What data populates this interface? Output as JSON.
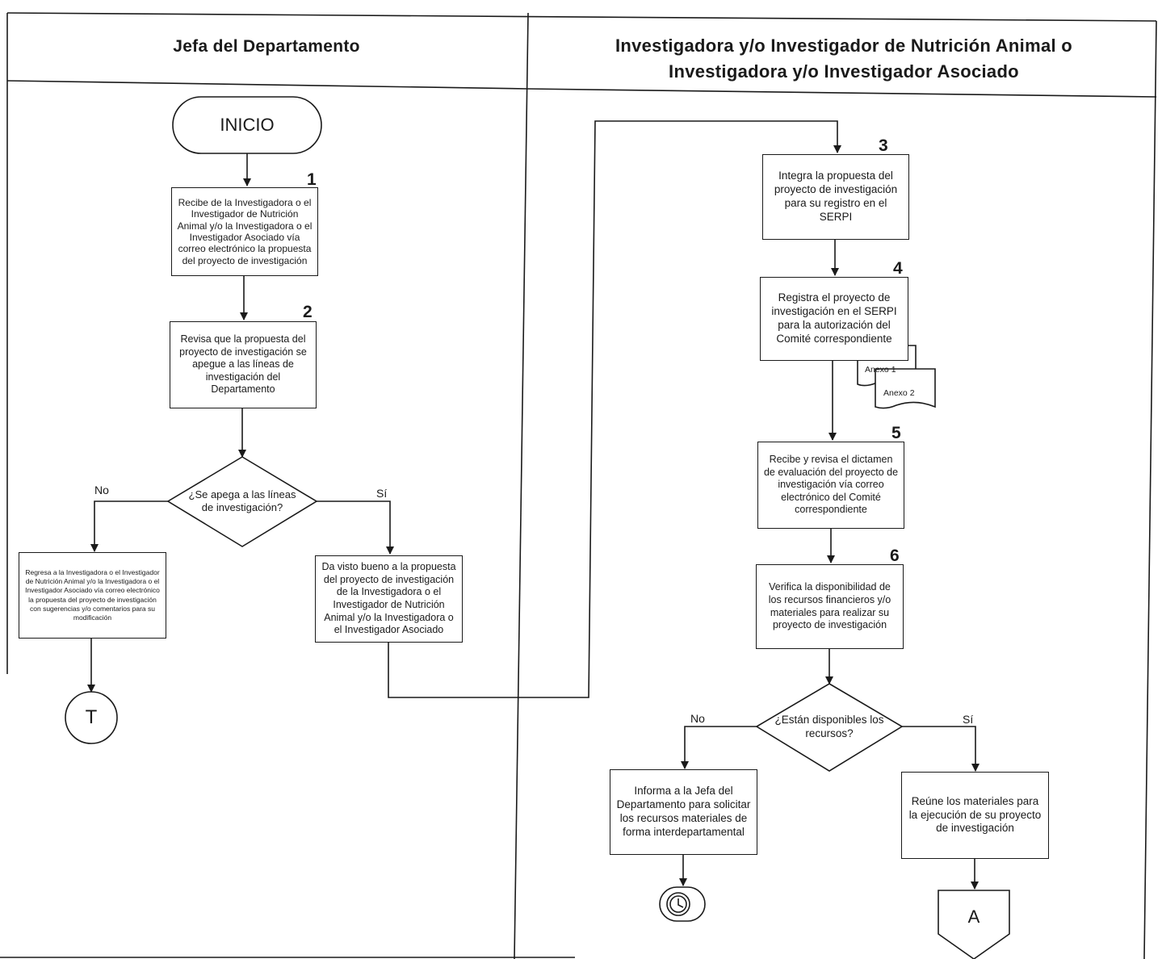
{
  "lanes": {
    "left_title": "Jefa del Departamento",
    "right_title_line1": "Investigadora y/o Investigador de Nutrición Animal o",
    "right_title_line2": "Investigadora y/o Investigador Asociado"
  },
  "start": {
    "label": "INICIO"
  },
  "steps": {
    "s1": {
      "num": "1",
      "text": "Recibe de la Investigadora o el Investigador de Nutrición Animal y/o la Investigadora o el Investigador Asociado vía correo electrónico la propuesta del proyecto de investigación"
    },
    "s2": {
      "num": "2",
      "text": "Revisa que la propuesta del proyecto de investigación se apegue a las líneas de investigación del Departamento"
    },
    "s3": {
      "num": "3",
      "text": "Integra la propuesta del proyecto de investigación para su registro en el SERPI"
    },
    "s4": {
      "num": "4",
      "text": "Registra el proyecto de investigación en el SERPI para la autorización del Comité correspondiente"
    },
    "s5": {
      "num": "5",
      "text": "Recibe y revisa el dictamen de evaluación del proyecto de investigación vía correo electrónico del Comité correspondiente"
    },
    "s6": {
      "num": "6",
      "text": "Verifica la disponibilidad de los recursos financieros y/o materiales para realizar su proyecto de investigación"
    }
  },
  "decision1": {
    "text": "¿Se apega a las líneas de investigación?",
    "no": "No",
    "yes": "Sí"
  },
  "decision2": {
    "text": "¿Están disponibles los recursos?",
    "no": "No",
    "yes": "Sí"
  },
  "boxes": {
    "regresa": "Regresa a la Investigadora o el Investigador de Nutrición Animal y/o la Investigadora o el Investigador Asociado vía correo electrónico la propuesta del proyecto de investigación con sugerencias y/o comentarios para su modificación",
    "visto_bueno": "Da visto bueno a la propuesta del proyecto de investigación de la Investigadora o el Investigador de Nutrición Animal y/o la Investigadora o el Investigador Asociado",
    "informa": "Informa a la Jefa del Departamento para solicitar los recursos materiales de forma interdepartamental",
    "reune": "Reúne los materiales para la ejecución de su proyecto de investigación"
  },
  "documents": {
    "doc1": "Anexo 1",
    "doc2": "Anexo 2"
  },
  "terminators": {
    "end_t": "T",
    "connector_a": "A"
  },
  "icons": {
    "wait": "clock-icon"
  }
}
